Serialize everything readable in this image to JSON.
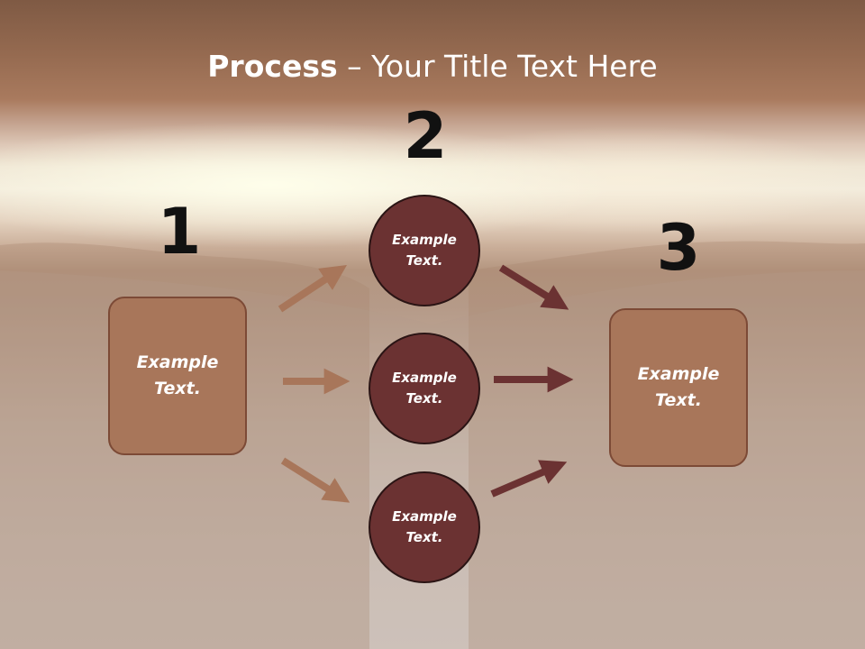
{
  "title": {
    "bold": "Process",
    "rest": " – Your Title Text Here"
  },
  "steps": [
    {
      "number": "1",
      "label": "Example\nText."
    },
    {
      "number": "2",
      "label": "Example\nText."
    },
    {
      "number": "3",
      "label": "Example\nText."
    }
  ],
  "middle_circles": [
    {
      "label": "Example\nText."
    },
    {
      "label": "Example\nText."
    },
    {
      "label": "Example\nText."
    }
  ],
  "colors": {
    "box_fill": "#a8765a",
    "box_border": "#7c4a36",
    "circle_fill": "#6b3232",
    "circle_border": "#2a1414",
    "arrow_left": "#a8765a",
    "arrow_right": "#6b3232",
    "title_text": "#ffffff",
    "number_text": "#111111"
  }
}
